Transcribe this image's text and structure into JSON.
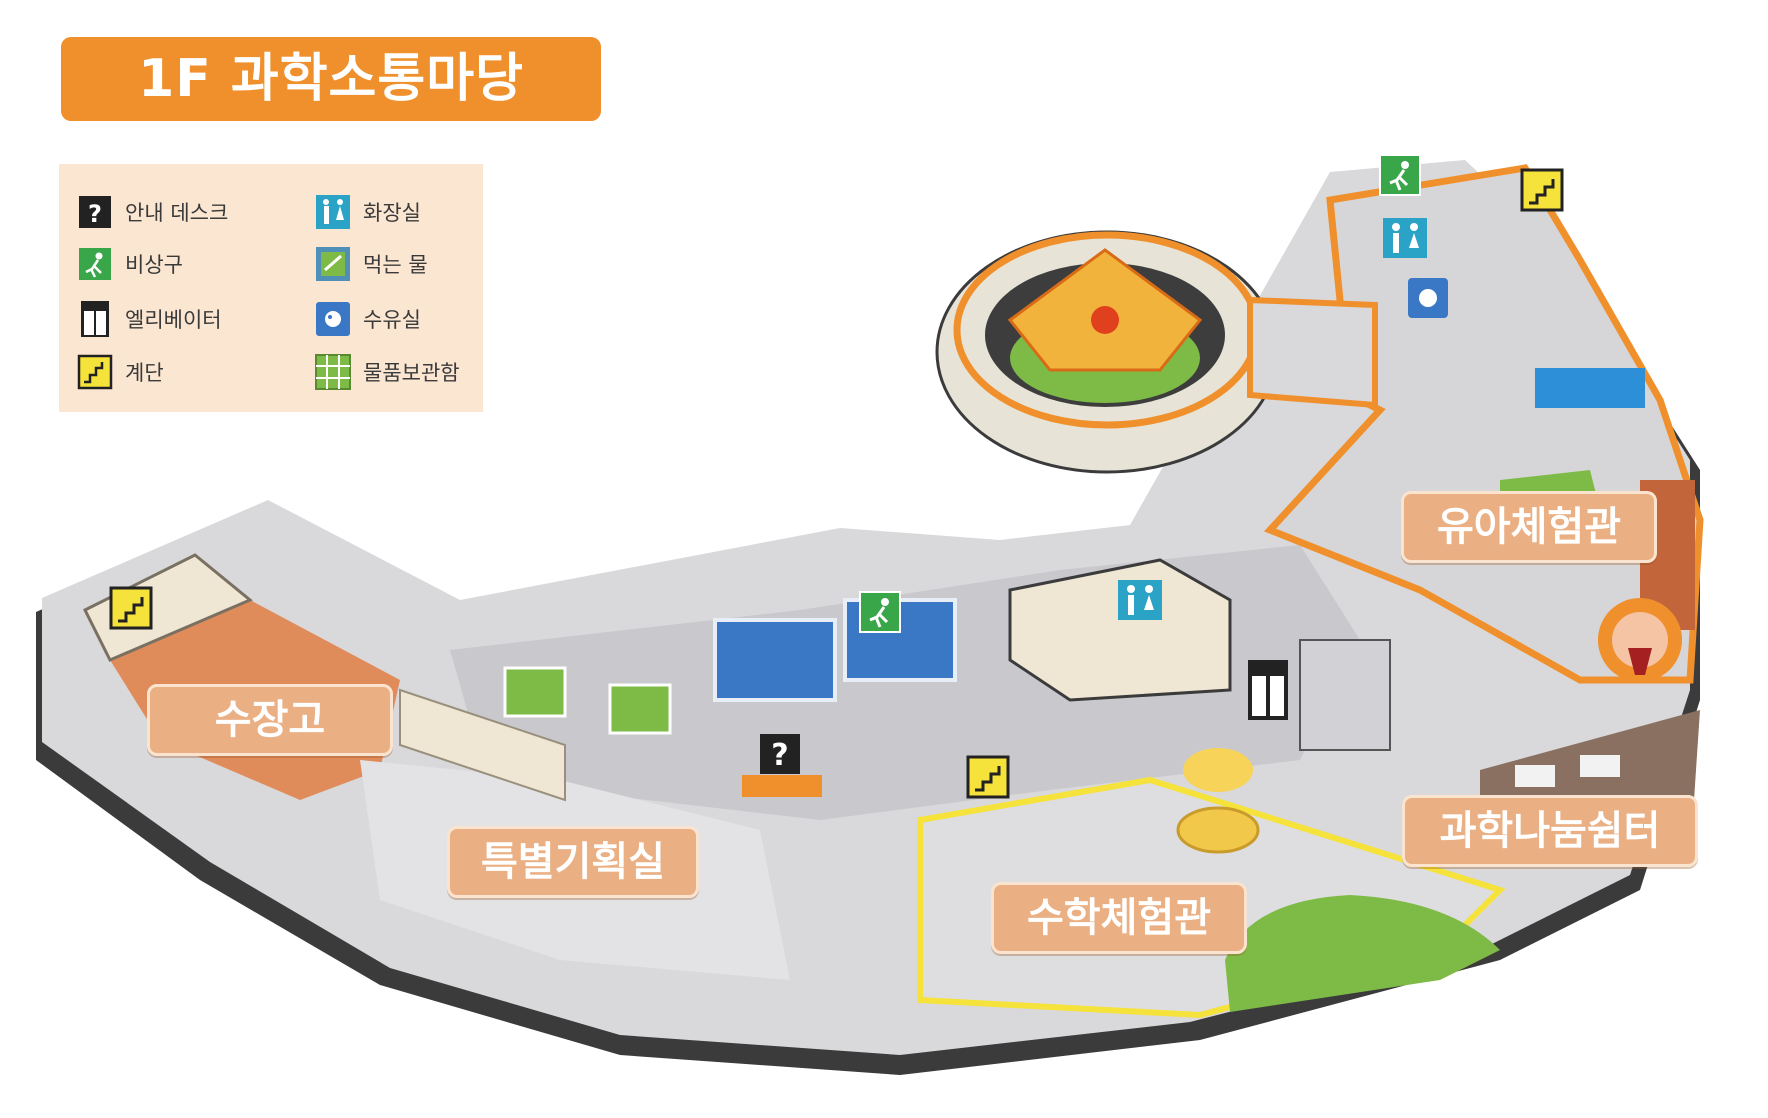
{
  "title": "1F 과학소통마당",
  "legend": [
    {
      "label": "안내 데스크",
      "icon": "info-desk-icon"
    },
    {
      "label": "비상구",
      "icon": "emergency-exit-icon"
    },
    {
      "label": "엘리베이터",
      "icon": "elevator-icon"
    },
    {
      "label": "계단",
      "icon": "stairs-icon"
    },
    {
      "label": "화장실",
      "icon": "restroom-icon"
    },
    {
      "label": "먹는 물",
      "icon": "drinking-water-icon"
    },
    {
      "label": "수유실",
      "icon": "nursing-room-icon"
    },
    {
      "label": "물품보관함",
      "icon": "locker-icon"
    }
  ],
  "areas": {
    "storage": "수장고",
    "special_exhibit": "특별기획실",
    "math_hall": "수학체험관",
    "kids_hall": "유아체험관",
    "science_rest": "과학나눔쉼터"
  },
  "colors": {
    "title_bg": "#f0902c",
    "legend_bg": "#fbe6d2",
    "label_bg": "#eab084",
    "kids_outline": "#f0902c",
    "math_outline": "#f5e23a",
    "floor": "#d9d9dc",
    "wall": "#3b3b3b",
    "grass": "#7dbb46"
  }
}
